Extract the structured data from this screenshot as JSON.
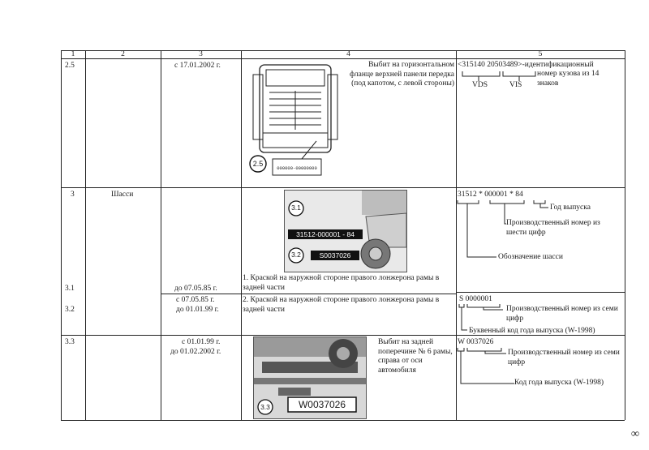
{
  "header": [
    "1",
    "2",
    "3",
    "4",
    "5"
  ],
  "rows": {
    "r25": {
      "num": "2.5",
      "period": "с 17.01.2002 г.",
      "description": "Выбит на горизонтальном фланце верхней панели передка (под капотом, с левой стороны)",
      "image_callout": "2.5",
      "image_plate": "000000-00000000",
      "code_line": "<315140  20503489>-идентификационный",
      "code_rest": "номер кузова из 14 знаков",
      "vds": "VDS",
      "vis": "VIS"
    },
    "r3": {
      "num": "3",
      "name": "Шасси",
      "image_callout_top": "3.1",
      "image_callout_bottom": "3.2",
      "plate_top": "31512-000001 - 84",
      "plate_bottom": "S0037026",
      "code_line": "31512 * 000001 * 84",
      "note_year": "Год выпуска",
      "note_serial": "Производственный номер из шести цифр",
      "note_designation": "Обозначение шасси"
    },
    "r31": {
      "num": "3.1",
      "period": "до 07.05.85 г.",
      "description": "1. Краской на наружной стороне правого лонжерона рамы в задней части"
    },
    "r32": {
      "num": "3.2",
      "period_from": "с 07.05.85 г.",
      "period_to": "до 01.01.99 г.",
      "description": "2. Краской на наружной стороне правого лонжерона рамы в задней части",
      "code_line": "S  0000001",
      "note_serial": "Производственный номер из семи цифр",
      "note_letter": "Буквенный код года выпуска (W-1998)"
    },
    "r33": {
      "num": "3.3",
      "period_from": "с 01.01.99 г.",
      "period_to": "до 01.02.2002 г.",
      "description": "Выбит на задней поперечине № 6 рамы, справа от оси автомобиля",
      "image_callout": "3.3",
      "plate": "W0037026",
      "code_line": "W  0037026",
      "note_serial": "Производственный номер из семи цифр",
      "note_letter": "Код года выпуска (W-1998)"
    }
  },
  "page_mark": "∞"
}
